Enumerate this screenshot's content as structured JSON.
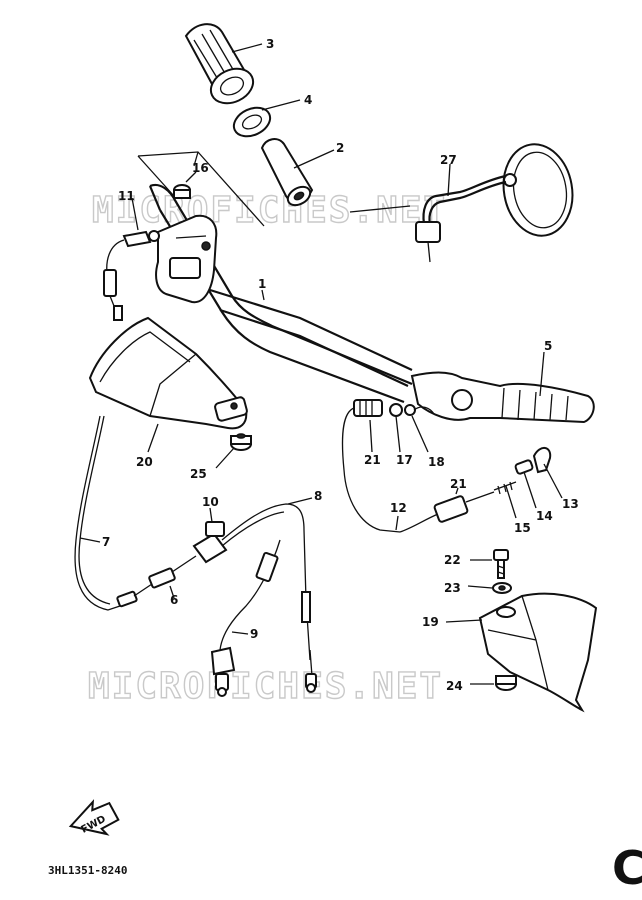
{
  "watermark": "MICROFICHES.NET",
  "footer": {
    "part_code": "3HL1351-8240",
    "corner_letter": "C",
    "fwd_label": "FWD"
  },
  "callouts": [
    {
      "id": "c3",
      "text": "3"
    },
    {
      "id": "c4",
      "text": "4"
    },
    {
      "id": "c2",
      "text": "2"
    },
    {
      "id": "c16",
      "text": "16"
    },
    {
      "id": "c11",
      "text": "11"
    },
    {
      "id": "c27",
      "text": "27"
    },
    {
      "id": "c1",
      "text": "1"
    },
    {
      "id": "c5",
      "text": "5"
    },
    {
      "id": "c21a",
      "text": "21"
    },
    {
      "id": "c17",
      "text": "17"
    },
    {
      "id": "c18",
      "text": "18"
    },
    {
      "id": "c20",
      "text": "20"
    },
    {
      "id": "c25",
      "text": "25"
    },
    {
      "id": "c13",
      "text": "13"
    },
    {
      "id": "c14",
      "text": "14"
    },
    {
      "id": "c15",
      "text": "15"
    },
    {
      "id": "c21b",
      "text": "21"
    },
    {
      "id": "c12",
      "text": "12"
    },
    {
      "id": "c10",
      "text": "10"
    },
    {
      "id": "c8",
      "text": "8"
    },
    {
      "id": "c7",
      "text": "7"
    },
    {
      "id": "c6",
      "text": "6"
    },
    {
      "id": "c9",
      "text": "9"
    },
    {
      "id": "c22",
      "text": "22"
    },
    {
      "id": "c23",
      "text": "23"
    },
    {
      "id": "c19",
      "text": "19"
    },
    {
      "id": "c24",
      "text": "24"
    }
  ]
}
